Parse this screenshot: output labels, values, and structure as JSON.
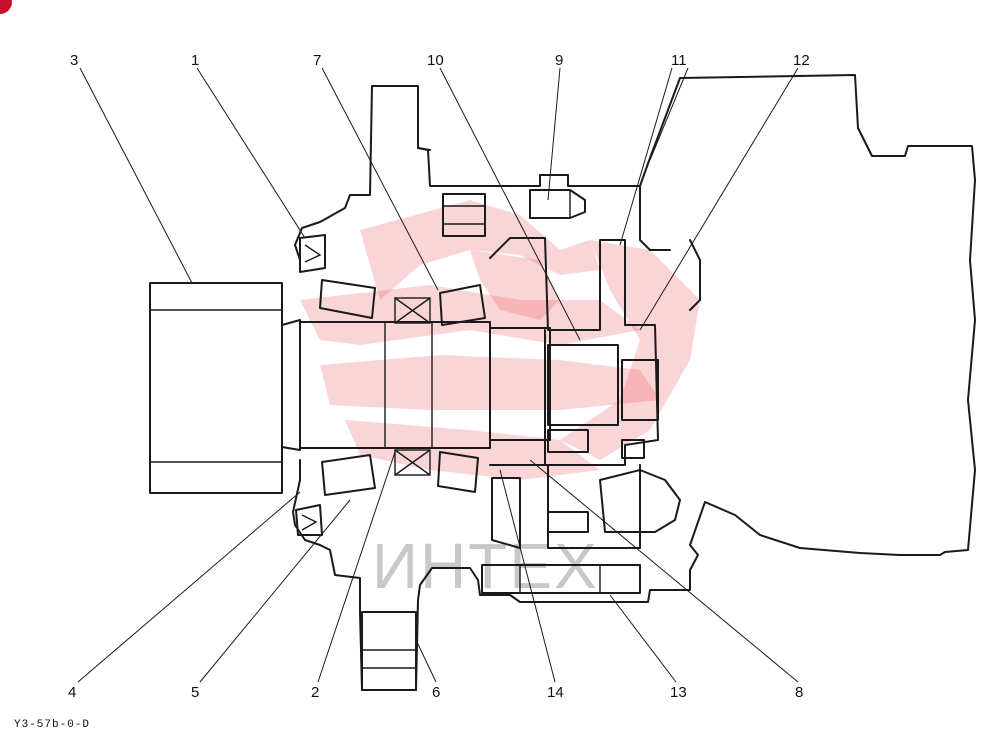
{
  "diagram": {
    "drawing_code": "Y3-57b-0-D",
    "watermark_text": "ИНТЕХ",
    "callouts": [
      {
        "id": "c3",
        "label": "3"
      },
      {
        "id": "c1",
        "label": "1"
      },
      {
        "id": "c7",
        "label": "7"
      },
      {
        "id": "c10",
        "label": "10"
      },
      {
        "id": "c9",
        "label": "9"
      },
      {
        "id": "c11",
        "label": "11"
      },
      {
        "id": "c12",
        "label": "12"
      },
      {
        "id": "c4",
        "label": "4"
      },
      {
        "id": "c5",
        "label": "5"
      },
      {
        "id": "c2",
        "label": "2"
      },
      {
        "id": "c6",
        "label": "6"
      },
      {
        "id": "c14",
        "label": "14"
      },
      {
        "id": "c13",
        "label": "13"
      },
      {
        "id": "c8",
        "label": "8"
      }
    ],
    "colors": {
      "watermark": "#e8424a",
      "corner_mark": "#c8102e",
      "line": "#1a1a1a"
    }
  }
}
